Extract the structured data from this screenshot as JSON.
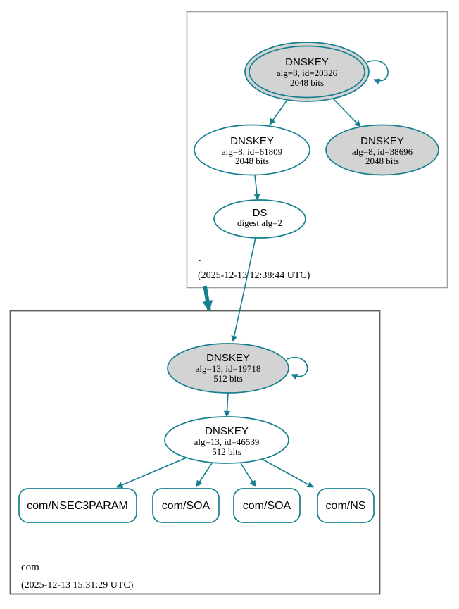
{
  "colors": {
    "edge_secure_teal": "#147f8f",
    "node_fill_gray": "#d3d3d3",
    "node_fill_white": "#ffffff",
    "zone_box_border_top": "#9f9f9f",
    "zone_box_border_bottom": "#5c5c5c",
    "text": "#000000"
  },
  "root_zone": {
    "name": ".",
    "timestamp": "(2025-12-13 12:38:44 UTC)",
    "ksk": {
      "type": "DNSKEY",
      "detail": "alg=8, id=20326",
      "size": "2048 bits"
    },
    "zsk": {
      "type": "DNSKEY",
      "detail": "alg=8, id=61809",
      "size": "2048 bits"
    },
    "key2": {
      "type": "DNSKEY",
      "detail": "alg=8, id=38696",
      "size": "2048 bits"
    },
    "ds": {
      "type": "DS",
      "detail": "digest alg=2"
    }
  },
  "com_zone": {
    "name": "com",
    "timestamp": "(2025-12-13 15:31:29 UTC)",
    "ksk": {
      "type": "DNSKEY",
      "detail": "alg=13, id=19718",
      "size": "512 bits"
    },
    "zsk": {
      "type": "DNSKEY",
      "detail": "alg=13, id=46539",
      "size": "512 bits"
    },
    "rrsets": {
      "nsec3param": "com/NSEC3PARAM",
      "soa1": "com/SOA",
      "soa2": "com/SOA",
      "ns": "com/NS"
    }
  }
}
